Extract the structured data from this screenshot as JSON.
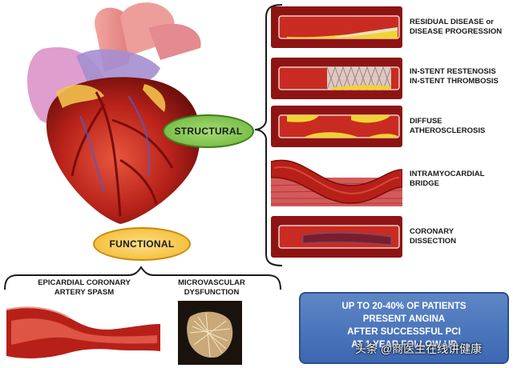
{
  "labels": {
    "structural": "STRUCTURAL",
    "functional": "FUNCTIONAL",
    "panels": [
      {
        "line1": "RESIDUAL DISEASE or",
        "line2": "DISEASE PROGRESSION"
      },
      {
        "line1": "IN-STENT RESTENOSIS",
        "line2": "IN-STENT THROMBOSIS"
      },
      {
        "line1": "DIFFUSE",
        "line2": "ATHEROSCLEROSIS"
      },
      {
        "line1": "INTRAMYOCARDIAL",
        "line2": "BRIDGE"
      },
      {
        "line1": "CORONARY",
        "line2": "DISSECTION"
      }
    ],
    "spasm": {
      "line1": "EPICARDIAL CORONARY",
      "line2": "ARTERY SPASM"
    },
    "micro": {
      "line1": "MICROVASCULAR",
      "line2": "DYSFUNCTION"
    }
  },
  "stat_box": {
    "line1": "UP TO 20-40% OF PATIENTS",
    "line2": "PRESENT ANGINA",
    "line3": "AFTER SUCCESSFUL PCI",
    "line4": "AT 1 YEAR FOLLOW-UP"
  },
  "watermark": "头条 @商医生在线讲健康",
  "colors": {
    "artery_dark": "#8e1414",
    "artery_mid": "#c92b22",
    "artery_light": "#e25a4a",
    "plaque": "#f2d232",
    "structural_pill": "#7cc04a",
    "functional_pill": "#f7c23a",
    "stat_box": "#4a76bd"
  }
}
